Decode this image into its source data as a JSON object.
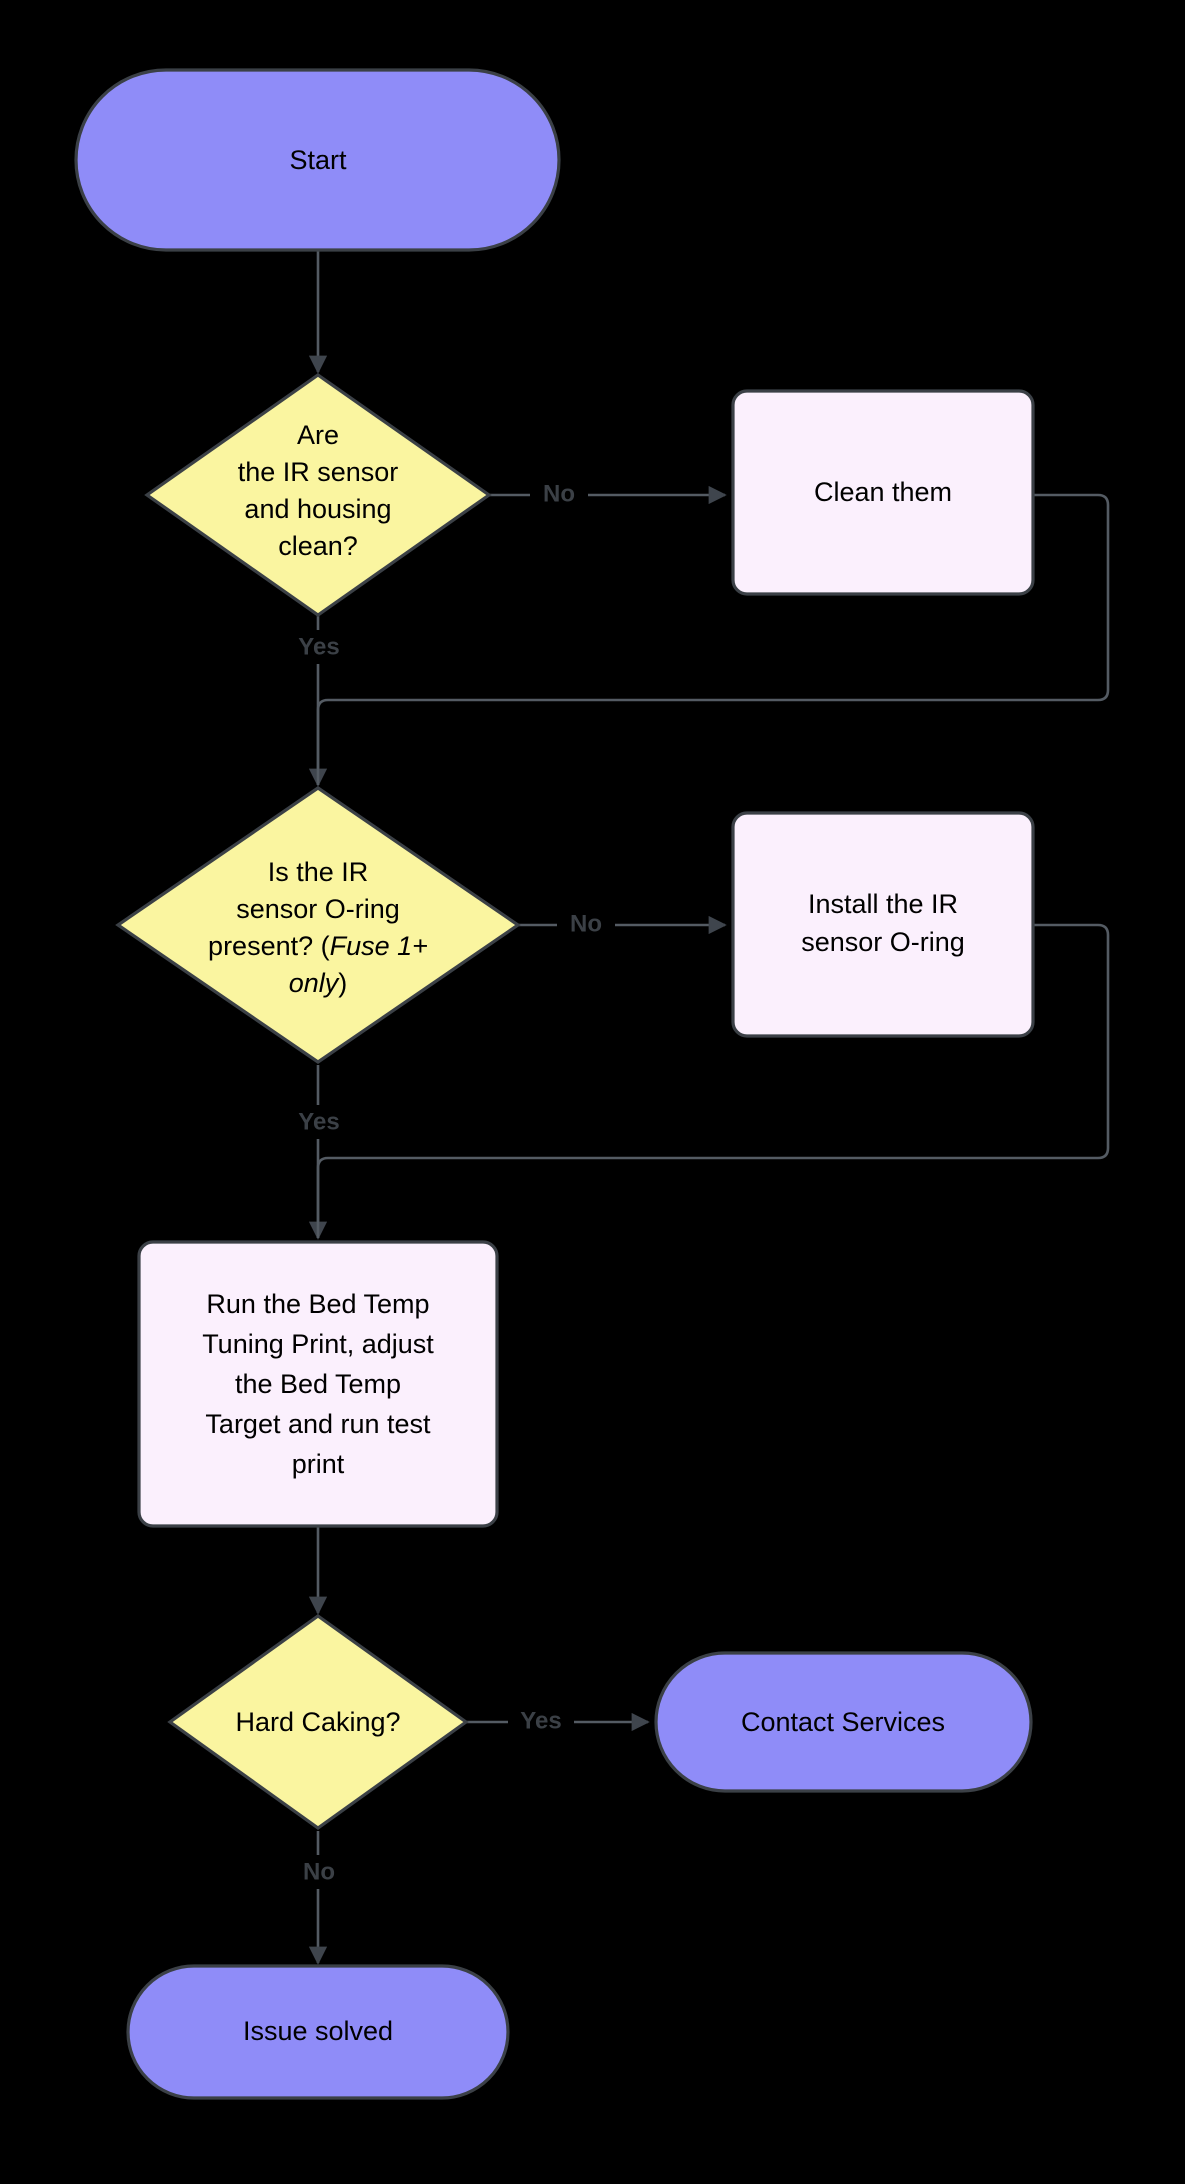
{
  "diagram": {
    "type": "flowchart",
    "title": "IR Sensor / Bed Temp Troubleshooting Flowchart",
    "background_color": "#000000",
    "palette": {
      "terminal_fill": "#8f8cf8",
      "decision_fill": "#faf5a0",
      "process_fill": "#fbf0fd",
      "node_stroke": "#3b4046",
      "edge_stroke": "#545b63",
      "node_text": "#000000",
      "edge_label_text": "#3b4046"
    },
    "nodes": [
      {
        "id": "start",
        "shape": "stadium",
        "lines": [
          "Start"
        ]
      },
      {
        "id": "q_clean",
        "shape": "diamond",
        "lines": [
          "Are",
          "the IR sensor",
          "and housing",
          "clean?"
        ]
      },
      {
        "id": "clean_them",
        "shape": "rect",
        "lines": [
          "Clean them"
        ]
      },
      {
        "id": "q_oring",
        "shape": "diamond",
        "lines": [
          "Is the IR",
          "sensor O-ring",
          "present? (Fuse 1+",
          "only)"
        ],
        "italic_segments": [
          "Fuse 1+",
          "only"
        ]
      },
      {
        "id": "install_oring",
        "shape": "rect",
        "lines": [
          "Install the IR",
          "sensor O-ring"
        ]
      },
      {
        "id": "bed_temp",
        "shape": "rect",
        "lines": [
          "Run the Bed Temp",
          "Tuning Print, adjust",
          "the Bed Temp",
          "Target and run test",
          "print"
        ]
      },
      {
        "id": "q_caking",
        "shape": "diamond",
        "lines": [
          "Hard Caking?"
        ]
      },
      {
        "id": "contact",
        "shape": "stadium",
        "lines": [
          "Contact Services"
        ]
      },
      {
        "id": "solved",
        "shape": "stadium",
        "lines": [
          "Issue solved"
        ]
      }
    ],
    "edges": [
      {
        "from": "start",
        "to": "q_clean",
        "label": ""
      },
      {
        "from": "q_clean",
        "to": "clean_them",
        "label": "No"
      },
      {
        "from": "q_clean",
        "to": "q_oring",
        "label": "Yes"
      },
      {
        "from": "clean_them",
        "to": "q_oring",
        "label": ""
      },
      {
        "from": "q_oring",
        "to": "install_oring",
        "label": "No"
      },
      {
        "from": "q_oring",
        "to": "bed_temp",
        "label": "Yes"
      },
      {
        "from": "install_oring",
        "to": "bed_temp",
        "label": ""
      },
      {
        "from": "bed_temp",
        "to": "q_caking",
        "label": ""
      },
      {
        "from": "q_caking",
        "to": "contact",
        "label": "Yes"
      },
      {
        "from": "q_caking",
        "to": "solved",
        "label": "No"
      }
    ],
    "labels": {
      "start": "Start",
      "q_clean_l1": "Are",
      "q_clean_l2": "the IR sensor",
      "q_clean_l3": "and housing",
      "q_clean_l4": "clean?",
      "clean_them": "Clean them",
      "q_oring_l1": "Is the IR",
      "q_oring_l2": "sensor O-ring",
      "q_oring_l3a": "present? (",
      "q_oring_l3b": "Fuse 1+",
      "q_oring_l4a": "only",
      "q_oring_l4b": ")",
      "install_oring_l1": "Install the IR",
      "install_oring_l2": "sensor O-ring",
      "bed_temp_l1": "Run the Bed Temp",
      "bed_temp_l2": "Tuning Print, adjust",
      "bed_temp_l3": "the Bed Temp",
      "bed_temp_l4": "Target and run test",
      "bed_temp_l5": "print",
      "q_caking": "Hard Caking?",
      "contact": "Contact Services",
      "solved": "Issue solved",
      "edge_no_1": "No",
      "edge_yes_1": "Yes",
      "edge_no_2": "No",
      "edge_yes_2": "Yes",
      "edge_yes_3": "Yes",
      "edge_no_3": "No"
    }
  }
}
